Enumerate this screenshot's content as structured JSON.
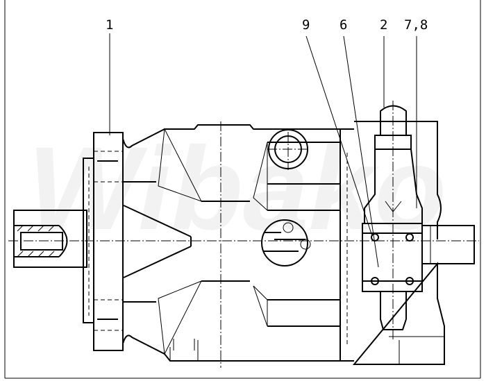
{
  "drawing": {
    "title": "Hydraulic axial piston pump - side view",
    "watermark": "Wibako",
    "labels": [
      {
        "id": "1",
        "text": "1"
      },
      {
        "id": "9",
        "text": "9"
      },
      {
        "id": "6",
        "text": "6"
      },
      {
        "id": "2",
        "text": "2"
      },
      {
        "id": "7-8",
        "text": "7,8"
      }
    ]
  }
}
